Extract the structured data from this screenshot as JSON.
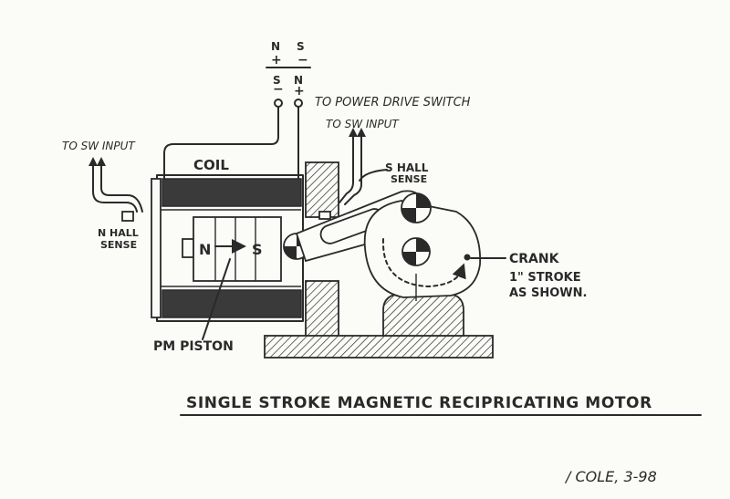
{
  "labels": {
    "polarity_top_n": "N",
    "polarity_top_plus": "+",
    "polarity_top_s": "S",
    "polarity_top_minus": "−",
    "polarity_bottom_s": "S",
    "polarity_bottom_minus": "−",
    "polarity_bottom_n": "N",
    "polarity_bottom_plus": "+",
    "power_drive_switch": "TO POWER DRIVE SWITCH",
    "sw_input_left": "TO SW INPUT",
    "sw_input_right": "TO SW INPUT",
    "coil": "COIL",
    "s_hall_line1": "S HALL",
    "s_hall_line2": "SENSE",
    "n_hall_line1": "N HALL",
    "n_hall_line2": "SENSE",
    "piston_n": "N",
    "piston_s": "S",
    "crank": "CRANK",
    "stroke_line1": "1\" STROKE",
    "stroke_line2": "AS SHOWN.",
    "pm_piston": "PM PISTON",
    "title": "SINGLE STROKE MAGNETIC RECIPRICATING MOTOR",
    "signature": "/ COLE, 3-98"
  }
}
